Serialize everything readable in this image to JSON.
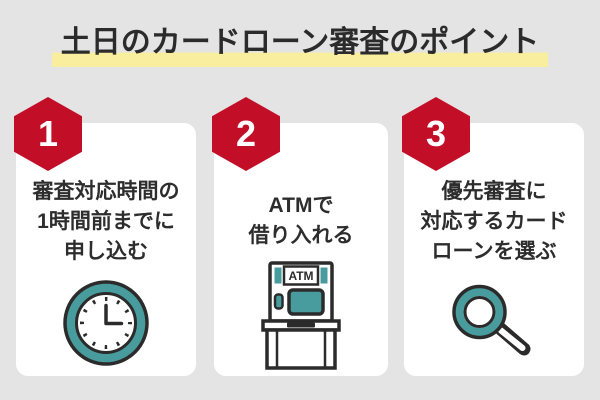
{
  "title": "土日のカードローン審査のポイント",
  "colors": {
    "background": "#e4e4e4",
    "card": "#ffffff",
    "badge_red": "#c30e28",
    "icon_teal": "#489c9d",
    "highlight_yellow": "#f9ee9e",
    "text_dark": "#2d2d2d",
    "outline_dark": "#2b2b2b"
  },
  "steps": [
    {
      "number": "1",
      "lines": [
        "審査対応時間の",
        "1時間前までに",
        "申し込む"
      ],
      "icon": "clock-icon",
      "icon_meaning": "clock showing time limit"
    },
    {
      "number": "2",
      "lines": [
        "ATMで",
        "借り入れる"
      ],
      "icon": "atm-icon",
      "icon_label": "ATM",
      "icon_meaning": "ATM machine"
    },
    {
      "number": "3",
      "lines": [
        "優先審査に",
        "対応するカード",
        "ローンを選ぶ"
      ],
      "icon": "magnifier-icon",
      "icon_meaning": "magnifying glass for searching"
    }
  ]
}
